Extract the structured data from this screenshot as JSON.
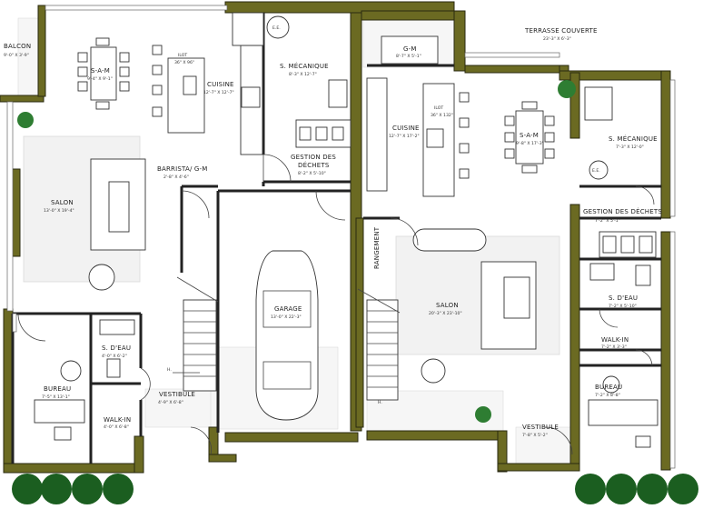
{
  "rooms": {
    "balcon": {
      "name": "BALCON",
      "dim": "9'-0\" X 3'-9\""
    },
    "sam_left": {
      "name": "S-A-M",
      "dim": "9'-4\" X 9'-1\""
    },
    "ilot_left": {
      "name": "ILOT",
      "dim": "36\" X 96\""
    },
    "cuisine_left": {
      "name": "CUISINE",
      "dim": "12'-7\" X 12'-7\""
    },
    "ee_left": {
      "name": "E.E."
    },
    "smeca_left": {
      "name": "S. MÉCANIQUE",
      "dim": "8'-3\" X 12'-7\""
    },
    "gestion_left": {
      "name": "GESTION DES",
      "name2": "DÉCHETS",
      "dim": "8'-2\" X 5'-10\""
    },
    "barrista": {
      "name": "BARRISTA/ G-M",
      "dim": "2'-8\" X 4'-6\""
    },
    "salon_left": {
      "name": "SALON",
      "dim": "13'-0\" X 19'-4\""
    },
    "garage": {
      "name": "GARAGE",
      "dim": "13'-0\" X 22'-3\""
    },
    "sdeau_left": {
      "name": "S. D'EAU",
      "dim": "4'-0\" X 6'-2\""
    },
    "bureau_left": {
      "name": "BUREAU",
      "dim": "7'-5\" X 13'-1\""
    },
    "walkin_left": {
      "name": "WALK-IN",
      "dim": "4'-0\" X 6'-8\""
    },
    "vestibule_left": {
      "name": "VESTIBULE",
      "dim": "4'-9\" X 6'-8\""
    },
    "gm_right": {
      "name": "G-M",
      "dim": "8'-7\" X 5'-1\""
    },
    "terrasse": {
      "name": "TERRASSE COUVERTE",
      "dim": "23'-3\" X 6'-3\""
    },
    "ilot_right": {
      "name": "ILOT",
      "dim": "36\" X 132\""
    },
    "cuisine_right": {
      "name": "CUISINE",
      "dim": "12'-7\" X 17'-2\""
    },
    "sam_right": {
      "name": "S-A-M",
      "dim": "9'-8\" X 17'-3\""
    },
    "smeca_right": {
      "name": "S. MÉCANIQUE",
      "dim": "7'-3\" X 12'-0\""
    },
    "ee_right": {
      "name": "E.E."
    },
    "gestion_right": {
      "name": "GESTION DES DÉCHETS",
      "dim": "7'-2\" X 5'-1\""
    },
    "rangement": {
      "name": "RANGEMENT"
    },
    "salon_right": {
      "name": "SALON",
      "dim": "20'-3\" X 23'-10\""
    },
    "sdeau_right": {
      "name": "S. D'EAU",
      "dim": "7'-2\" X 5'-10\""
    },
    "walkin_right": {
      "name": "WALK-IN",
      "dim": "7'-2\" X 3'-3\""
    },
    "bureau_right": {
      "name": "BUREAU",
      "dim": "7'-2\" X 8'-8\""
    },
    "vestibule_right": {
      "name": "VESTIBULE",
      "dim": "7'-8\" X 5'-2\""
    }
  },
  "stairs": {
    "left_label": "H.",
    "right_label": "H."
  },
  "colors": {
    "wall": "#6b6a22",
    "tree": "#2e7d32",
    "shrub": "#1b5e20"
  }
}
